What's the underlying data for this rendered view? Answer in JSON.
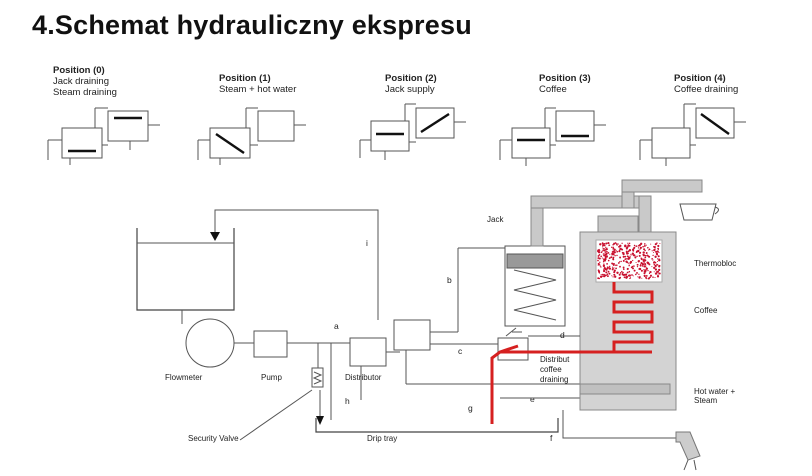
{
  "title": "4.Schemat hydrauliczny ekspresu",
  "positions": [
    {
      "title": "Position (0)",
      "lines": [
        "Jack draining",
        "Steam draining"
      ]
    },
    {
      "title": "Position (1)",
      "lines": [
        "Steam + hot water"
      ]
    },
    {
      "title": "Position (2)",
      "lines": [
        "Jack supply"
      ]
    },
    {
      "title": "Position (3)",
      "lines": [
        "Coffee"
      ]
    },
    {
      "title": "Position (4)",
      "lines": [
        "Coffee draining"
      ]
    }
  ],
  "labels": {
    "jack": "Jack",
    "thermobloc": "Thermobloc",
    "coffee": "Coffee",
    "distrib_coffee_draining": [
      "Distribut",
      "coffee",
      "draining"
    ],
    "hot_water_steam": [
      "Hot water +",
      "Steam"
    ],
    "flowmeter": "Flowmeter",
    "pump": "Pump",
    "distributor": "Distributor",
    "security_valve": "Security Valve",
    "drip_tray": "Drip tray"
  },
  "letters": {
    "a": "a",
    "b": "b",
    "c": "c",
    "d": "d",
    "e": "e",
    "f": "f",
    "g": "g",
    "h": "h",
    "i": "i"
  },
  "colors": {
    "coffee_path": "#d62020",
    "thermobloc_dots": "#c8102e",
    "housing_gray": "#c9c9c9"
  }
}
